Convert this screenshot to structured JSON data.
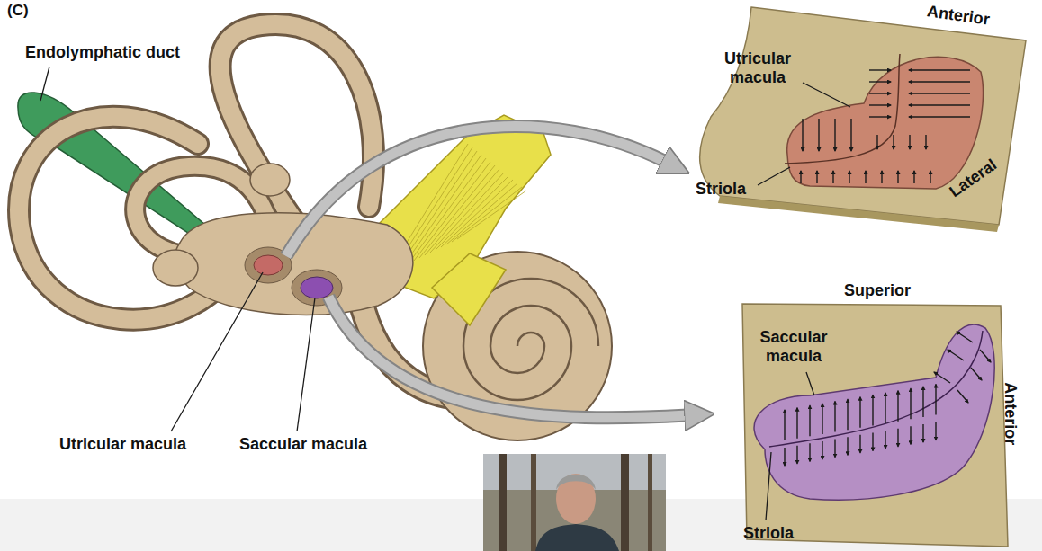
{
  "diagram": {
    "labels": [
      "(C)",
      "Endolymphatic duct",
      "Anterior",
      "Utricular macula",
      "Lateral",
      "Striola",
      "Superior",
      "Saccular macula",
      "Anterior",
      "Utricular macula",
      "Saccular macula",
      "Striola"
    ]
  }
}
